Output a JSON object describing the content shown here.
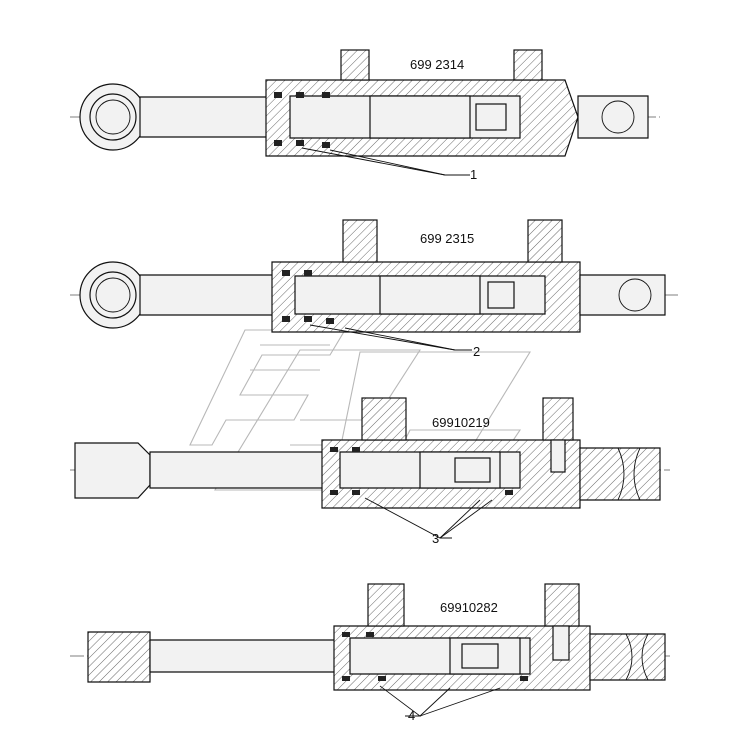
{
  "drawing": {
    "cylinders": [
      {
        "part_number": "699 2314",
        "callout": "1"
      },
      {
        "part_number": "699 2315",
        "callout": "2"
      },
      {
        "part_number": "69910219",
        "callout": "3"
      },
      {
        "part_number": "69910282",
        "callout": "4"
      }
    ]
  }
}
